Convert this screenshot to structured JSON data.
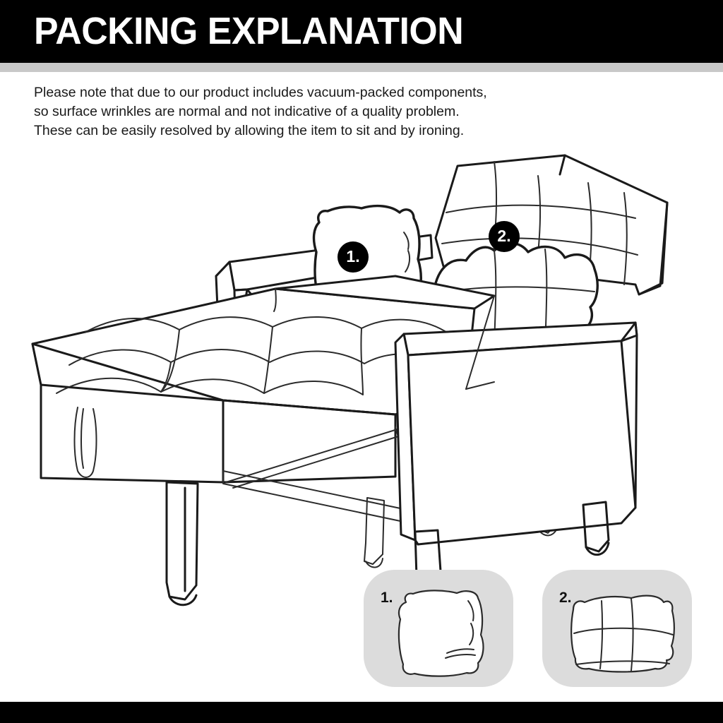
{
  "header": {
    "title": "PACKING EXPLANATION"
  },
  "intro": {
    "line1": "Please note that due to our product includes vacuum-packed components,",
    "line2": "so surface wrinkles are normal and not indicative of a quality problem.",
    "line3": "These can be easily resolved by allowing the item to sit and by ironing."
  },
  "illustration": {
    "alt_name": "convertible-sofa-bed-lineart",
    "badges": [
      {
        "id": "badge-1",
        "label": "1.",
        "target": "square-throw-pillow"
      },
      {
        "id": "badge-2",
        "label": "2.",
        "target": "tufted-lumbar-pillow"
      }
    ]
  },
  "insets": [
    {
      "label": "1.",
      "item": "square-throw-pillow"
    },
    {
      "label": "2.",
      "item": "tufted-lumbar-pillow"
    }
  ],
  "colors": {
    "header_bg": "#000000",
    "header_text": "#ffffff",
    "under_bar": "#c8c8c8",
    "body_text": "#1a1a1a",
    "inset_bg": "#dcdcdc",
    "line_art": "#1a1a1a",
    "badge_bg": "#000000",
    "badge_text": "#ffffff",
    "page_bg": "#ffffff",
    "footer_bg": "#000000"
  }
}
